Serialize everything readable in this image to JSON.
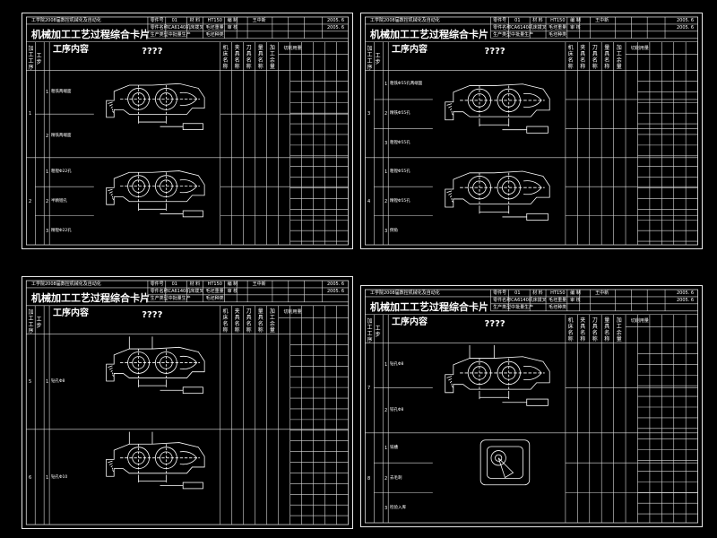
{
  "sheets": [
    {
      "header": {
        "school_title": "工学院2008届数控机械化及自动化",
        "drawing_no_label": "零件号",
        "drawing_no": "01",
        "material_label": "材 料",
        "material": "HT150",
        "fig_label": "编 制",
        "fig_value": "王中新",
        "date": "2005. 6",
        "part_name_label": "零件名称",
        "part_name": "CA6140机床拨叉",
        "weight_label": "毛坯重量",
        "prod_label": "生产类型",
        "prod_value": "中批量生产",
        "blank_label": "毛坯种类",
        "check_label": "审 核",
        "check_value": "2005. 6",
        "card_title": "机械加工工艺过程综合卡片",
        "content_label": "工序内容",
        "placeholder": "????",
        "process_label": "加工工序",
        "step_label": "工步",
        "machine_label": "机床名称",
        "fixture_label": "夹具名称",
        "cutter_label": "刀具名称",
        "measure_label": "量具名称",
        "allowance_label": "加工余量",
        "cut_label": "切削用量"
      },
      "rows": [
        {
          "proc": "1",
          "steps": [
            {
              "no": "1",
              "text": "粗铣两端面"
            },
            {
              "no": "2",
              "text": "精铣两端面"
            }
          ]
        },
        {
          "proc": "2",
          "steps": [
            {
              "no": "1",
              "text": "粗镗Φ22孔"
            },
            {
              "no": "2",
              "text": "半精镗孔"
            },
            {
              "no": "3",
              "text": "精镗Φ22孔"
            }
          ]
        }
      ]
    },
    {
      "header": {
        "school_title": "工学院2008届数控机械化及自动化",
        "drawing_no_label": "零件号",
        "drawing_no": "01",
        "material_label": "材 料",
        "material": "HT150",
        "fig_label": "编 制",
        "fig_value": "王中新",
        "date": "2005. 6",
        "part_name_label": "零件名称",
        "part_name": "CA6140机床拨叉",
        "weight_label": "毛坯重量",
        "prod_label": "生产类型",
        "prod_value": "中批量生产",
        "blank_label": "毛坯种类",
        "check_label": "审 核",
        "check_value": "2005. 6",
        "card_title": "机械加工工艺过程综合卡片",
        "content_label": "工序内容",
        "placeholder": "????",
        "process_label": "加工工序",
        "step_label": "工步",
        "machine_label": "机床名称",
        "fixture_label": "夹具名称",
        "cutter_label": "刀具名称",
        "measure_label": "量具名称",
        "allowance_label": "加工余量",
        "cut_label": "切削用量"
      },
      "rows": [
        {
          "proc": "3",
          "steps": [
            {
              "no": "1",
              "text": "粗铣Φ55孔两端面"
            },
            {
              "no": "2",
              "text": "精铣Φ55孔"
            },
            {
              "no": "3",
              "text": "粗镗Φ55孔"
            }
          ]
        },
        {
          "proc": "4",
          "steps": [
            {
              "no": "1",
              "text": "粗镗Φ55孔"
            },
            {
              "no": "2",
              "text": "精镗Φ55孔"
            },
            {
              "no": "3",
              "text": "倒角"
            }
          ]
        }
      ]
    },
    {
      "header": {
        "school_title": "工学院2008届数控机械化及自动化",
        "drawing_no_label": "零件号",
        "drawing_no": "01",
        "material_label": "材 料",
        "material": "HT150",
        "fig_label": "编 制",
        "fig_value": "王中新",
        "date": "2005. 6",
        "part_name_label": "零件名称",
        "part_name": "CA6140机床拨叉",
        "weight_label": "毛坯重量",
        "prod_label": "生产类型",
        "prod_value": "中批量生产",
        "blank_label": "毛坯种类",
        "check_label": "审 核",
        "check_value": "2005. 6",
        "card_title": "机械加工工艺过程综合卡片",
        "content_label": "工序内容",
        "placeholder": "????",
        "process_label": "加工工序",
        "step_label": "工步",
        "machine_label": "机床名称",
        "fixture_label": "夹具名称",
        "cutter_label": "刀具名称",
        "measure_label": "量具名称",
        "allowance_label": "加工余量",
        "cut_label": "切削用量"
      },
      "rows": [
        {
          "proc": "5",
          "steps": [
            {
              "no": "1",
              "text": "钻孔Φ8"
            }
          ]
        },
        {
          "proc": "6",
          "steps": [
            {
              "no": "1",
              "text": "钻孔Φ10"
            }
          ]
        }
      ]
    },
    {
      "header": {
        "school_title": "工学院2008届数控机械化及自动化",
        "drawing_no_label": "零件号",
        "drawing_no": "01",
        "material_label": "材 料",
        "material": "HT150",
        "fig_label": "编 制",
        "fig_value": "王中新",
        "date": "2005. 6",
        "part_name_label": "零件名称",
        "part_name": "CA6140机床拨叉",
        "weight_label": "毛坯重量",
        "prod_label": "生产类型",
        "prod_value": "中批量生产",
        "blank_label": "毛坯种类",
        "check_label": "审 核",
        "check_value": "2005. 6",
        "card_title": "机械加工工艺过程综合卡片",
        "content_label": "工序内容",
        "placeholder": "????",
        "process_label": "加工工序",
        "step_label": "工步",
        "machine_label": "机床名称",
        "fixture_label": "夹具名称",
        "cutter_label": "刀具名称",
        "measure_label": "量具名称",
        "allowance_label": "加工余量",
        "cut_label": "切削用量"
      },
      "rows": [
        {
          "proc": "7",
          "steps": [
            {
              "no": "1",
              "text": "钻孔Φ8"
            },
            {
              "no": "2",
              "text": "铰孔Φ8"
            }
          ]
        },
        {
          "proc": "8",
          "steps": [
            {
              "no": "1",
              "text": "铣槽"
            },
            {
              "no": "2",
              "text": "去毛刺"
            },
            {
              "no": "3",
              "text": "检验入库"
            }
          ]
        }
      ]
    }
  ]
}
